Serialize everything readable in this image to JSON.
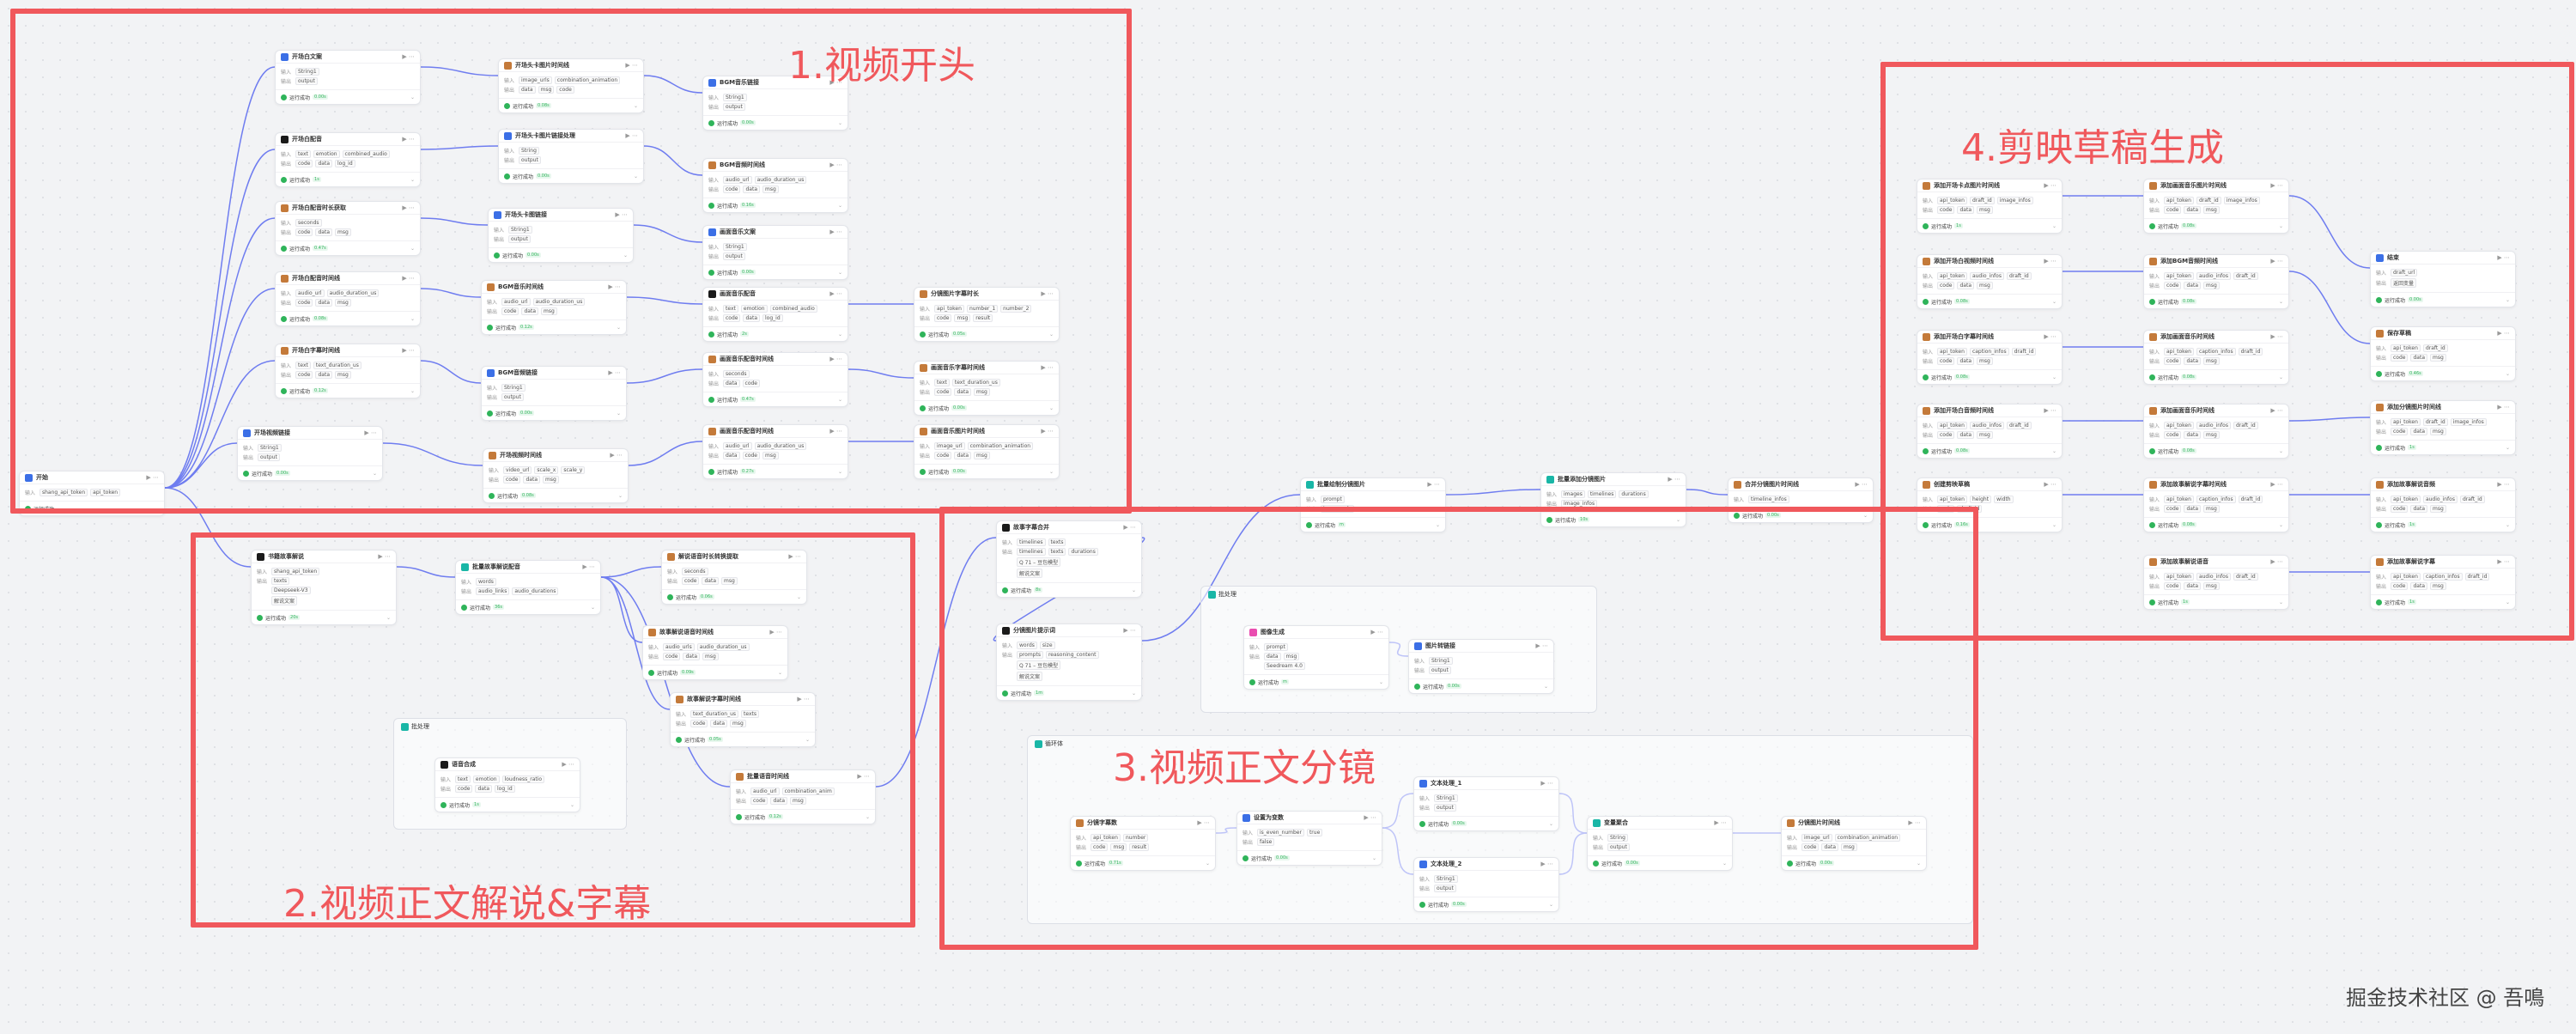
{
  "sections": [
    {
      "id": "s1",
      "label": "1.视频开头"
    },
    {
      "id": "s2",
      "label": "2.视频正文解说&字幕"
    },
    {
      "id": "s3",
      "label": "3.视频正文分镜"
    },
    {
      "id": "s4",
      "label": "4.剪映草稿生成"
    }
  ],
  "status": {
    "ok": "运行成功"
  },
  "watermark": "掘金技术社区 @ 吾鳴",
  "groups": {
    "g2": "批处理",
    "g3a": "批处理",
    "g3b": "循环体"
  },
  "nodes": {
    "start": {
      "title": "开始",
      "rows": [
        [
          "shang_api_token",
          "api_token"
        ]
      ],
      "time": ""
    },
    "n1_1": {
      "title": "开场白文案",
      "rows": [
        [
          "String1"
        ],
        [
          "output"
        ]
      ],
      "time": "0.00s"
    },
    "n1_2": {
      "title": "开场白配音",
      "rows": [
        [
          "text",
          "emotion",
          "combined_audio"
        ],
        [
          "code",
          "data",
          "log_id"
        ]
      ],
      "time": "1s"
    },
    "n1_3": {
      "title": "开场白配音时长获取",
      "rows": [
        [
          "seconds"
        ],
        [
          "code",
          "data",
          "msg"
        ]
      ],
      "time": "0.47s"
    },
    "n1_4": {
      "title": "开场白配音时间线",
      "rows": [
        [
          "audio_url",
          "audio_duration_us"
        ],
        [
          "code",
          "data",
          "msg"
        ]
      ],
      "time": "0.08s"
    },
    "n1_5": {
      "title": "开场白字幕时间线",
      "rows": [
        [
          "text",
          "text_duration_us"
        ],
        [
          "code",
          "data",
          "msg"
        ]
      ],
      "time": "0.12s"
    },
    "n1_6": {
      "title": "开场视频链接",
      "rows": [
        [
          "String1"
        ],
        [
          "output"
        ]
      ],
      "time": "0.00s"
    },
    "n1_7": {
      "title": "开场头卡图片时间线",
      "rows": [
        [
          "image_urls",
          "combination_animation"
        ],
        [
          "data",
          "msg",
          "code"
        ]
      ],
      "time": "0.08s"
    },
    "n1_8": {
      "title": "开场头卡图片链接处理",
      "rows": [
        [
          "String"
        ],
        [
          "output"
        ]
      ],
      "time": "0.00s"
    },
    "n1_9": {
      "title": "开场头卡图链接",
      "rows": [
        [
          "String1"
        ],
        [
          "output"
        ]
      ],
      "time": "0.00s"
    },
    "n1_10": {
      "title": "BGM音乐时间线",
      "rows": [
        [
          "audio_url",
          "audio_duration_us"
        ],
        [
          "code",
          "data",
          "msg"
        ]
      ],
      "time": "0.12s"
    },
    "n1_11": {
      "title": "BGM音频链接",
      "rows": [
        [
          "String1"
        ],
        [
          "output"
        ]
      ],
      "time": "0.00s"
    },
    "n1_12": {
      "title": "开场视频时间线",
      "rows": [
        [
          "video_url",
          "scale_x",
          "scale_y"
        ],
        [
          "code",
          "data",
          "msg"
        ]
      ],
      "time": "0.08s"
    },
    "n1_13": {
      "title": "BGM音乐链接",
      "rows": [
        [
          "String1"
        ],
        [
          "output"
        ]
      ],
      "time": "0.00s"
    },
    "n1_14": {
      "title": "BGM音频时间线",
      "rows": [
        [
          "audio_url",
          "audio_duration_us"
        ],
        [
          "code",
          "data",
          "msg"
        ]
      ],
      "time": "0.16s"
    },
    "n1_15": {
      "title": "画面音乐文案",
      "rows": [
        [
          "String1"
        ],
        [
          "output"
        ]
      ],
      "time": "0.00s"
    },
    "n1_16": {
      "title": "画面音乐配音",
      "rows": [
        [
          "text",
          "emotion",
          "combined_audio"
        ],
        [
          "code",
          "data",
          "log_id"
        ]
      ],
      "time": "2s"
    },
    "n1_17": {
      "title": "画面音乐配音时间线",
      "rows": [
        [
          "seconds"
        ],
        [
          "data",
          "code"
        ]
      ],
      "time": "0.47s"
    },
    "n1_18": {
      "title": "画面音乐配音时间线",
      "rows": [
        [
          "audio_url",
          "audio_duration_us"
        ],
        [
          "data",
          "code",
          "msg"
        ]
      ],
      "time": "0.27s"
    },
    "n1_19": {
      "title": "分镜图片字幕时长",
      "rows": [
        [
          "api_token",
          "number_1",
          "number_2"
        ],
        [
          "code",
          "msg",
          "result"
        ]
      ],
      "time": "0.05s"
    },
    "n1_20": {
      "title": "画面音乐字幕时间线",
      "rows": [
        [
          "text",
          "text_duration_us"
        ],
        [
          "code",
          "data",
          "msg"
        ]
      ],
      "time": "0.00s"
    },
    "n1_21": {
      "title": "画面音乐图片时间线",
      "rows": [
        [
          "image_url",
          "combination_animation"
        ],
        [
          "code",
          "data",
          "msg"
        ]
      ],
      "time": "0.00s"
    },
    "n2_1": {
      "title": "书籍故事解说",
      "rows": [
        [
          "shang_api_token"
        ],
        [
          "texts"
        ],
        [
          "Deepseek-V3"
        ],
        [
          "解说文案"
        ]
      ],
      "time": "20s"
    },
    "n2_2": {
      "title": "批量故事解说配音",
      "rows": [
        [
          "words"
        ],
        [
          "audio_links",
          "audio_durations"
        ]
      ],
      "time": "36s"
    },
    "n2_3": {
      "title": "解说语音时长转换提取",
      "rows": [
        [
          "seconds"
        ],
        [
          "code",
          "data",
          "msg"
        ]
      ],
      "time": "0.06s"
    },
    "n2_4": {
      "title": "故事解说语音时间线",
      "rows": [
        [
          "audio_urls",
          "audio_duration_us"
        ],
        [
          "code",
          "data",
          "msg"
        ]
      ],
      "time": "0.09s"
    },
    "n2_5": {
      "title": "故事解说字幕时间线",
      "rows": [
        [
          "text_duration_us",
          "texts"
        ],
        [
          "code",
          "data",
          "msg"
        ]
      ],
      "time": "0.05s"
    },
    "n2_6": {
      "title": "语音合成",
      "rows": [
        [
          "text",
          "emotion",
          "loudness_ratio"
        ],
        [
          "code",
          "data",
          "log_id"
        ]
      ],
      "time": "1s"
    },
    "n2_7": {
      "title": "批量语音时间线",
      "rows": [
        [
          "audio_url",
          "combination_anim"
        ],
        [
          "code",
          "data",
          "msg"
        ]
      ],
      "time": "0.12s"
    },
    "n3_1": {
      "title": "故事字幕合并",
      "rows": [
        [
          "timelines",
          "texts"
        ],
        [
          "timelines",
          "texts",
          "durations"
        ],
        [
          "Q 71 – 豆包模型"
        ],
        [
          "解说文案"
        ]
      ],
      "time": "8s"
    },
    "n3_2": {
      "title": "分镜图片提示词",
      "rows": [
        [
          "words",
          "size"
        ],
        [
          "prompts",
          "reasoning_content"
        ],
        [
          "Q 71 – 豆包模型"
        ],
        [
          "解说文案"
        ]
      ],
      "time": "1m"
    },
    "n3_3": {
      "title": "批量绘制分镜图片",
      "rows": [
        [
          "prompt"
        ],
        [
          "image_urls"
        ]
      ],
      "time": "m"
    },
    "n3_4": {
      "title": "图像生成",
      "rows": [
        [
          "prompt"
        ],
        [
          "data",
          "msg"
        ],
        [
          "Seedream 4.0"
        ]
      ],
      "time": "m"
    },
    "n3_5": {
      "title": "图片转链接",
      "rows": [
        [
          "String1"
        ],
        [
          "output"
        ]
      ],
      "time": "0.00s"
    },
    "n3_6": {
      "title": "批量添加分镜图片",
      "rows": [
        [
          "images",
          "timelines",
          "durations"
        ],
        [
          "image_infos"
        ]
      ],
      "time": "10s"
    },
    "n3_7": {
      "title": "合并分镜图片时间线",
      "rows": [
        [
          "timeline_infos"
        ]
      ],
      "time": "0.00s"
    },
    "n3_8": {
      "title": "分镜字幕数",
      "rows": [
        [
          "api_token",
          "number"
        ],
        [
          "code",
          "msg",
          "result"
        ]
      ],
      "time": "0.71s"
    },
    "n3_9": {
      "title": "设置为变数",
      "rows": [
        [
          "is_even_number",
          "true"
        ],
        [
          "false"
        ]
      ],
      "time": "0.00s"
    },
    "n3_10": {
      "title": "文本处理_1",
      "rows": [
        [
          "String1"
        ],
        [
          "output"
        ]
      ],
      "time": "0.00s"
    },
    "n3_11": {
      "title": "文本处理_2",
      "rows": [
        [
          "String1"
        ],
        [
          "output"
        ]
      ],
      "time": "0.00s"
    },
    "n3_12": {
      "title": "变量聚合",
      "rows": [
        [
          "String"
        ],
        [
          "output"
        ]
      ],
      "time": "0.00s"
    },
    "n3_13": {
      "title": "分镜图片时间线",
      "rows": [
        [
          "image_url",
          "combination_animation"
        ],
        [
          "code",
          "data",
          "msg"
        ]
      ],
      "time": "0.00s"
    },
    "n4_1": {
      "title": "添加开场卡点图片时间线",
      "rows": [
        [
          "api_token",
          "draft_id",
          "image_infos"
        ],
        [
          "code",
          "data",
          "msg"
        ]
      ],
      "time": "1s"
    },
    "n4_2": {
      "title": "添加开场白视频时间线",
      "rows": [
        [
          "api_token",
          "audio_infos",
          "draft_id"
        ],
        [
          "code",
          "data",
          "msg"
        ]
      ],
      "time": "0.08s"
    },
    "n4_3": {
      "title": "添加开场白字幕时间线",
      "rows": [
        [
          "api_token",
          "caption_infos",
          "draft_id"
        ],
        [
          "code",
          "data",
          "msg"
        ]
      ],
      "time": "0.08s"
    },
    "n4_4": {
      "title": "添加开场白音频时间线",
      "rows": [
        [
          "api_token",
          "audio_infos",
          "draft_id"
        ],
        [
          "code",
          "data",
          "msg"
        ]
      ],
      "time": "0.08s"
    },
    "n4_5": {
      "title": "创建剪映草稿",
      "rows": [
        [
          "api_token",
          "height",
          "width"
        ],
        [
          "code",
          "draft_id"
        ]
      ],
      "time": "0.16s"
    },
    "n4_6": {
      "title": "添加画面音乐图片时间线",
      "rows": [
        [
          "api_token",
          "draft_id",
          "image_infos"
        ],
        [
          "code",
          "data",
          "msg"
        ]
      ],
      "time": "0.08s"
    },
    "n4_7": {
      "title": "添加BGM音频时间线",
      "rows": [
        [
          "api_token",
          "audio_infos",
          "draft_id"
        ],
        [
          "code",
          "data",
          "msg"
        ]
      ],
      "time": "0.08s"
    },
    "n4_8": {
      "title": "添加画面音乐时间线",
      "rows": [
        [
          "api_token",
          "caption_infos",
          "draft_id"
        ],
        [
          "code",
          "data",
          "msg"
        ]
      ],
      "time": "0.08s"
    },
    "n4_9": {
      "title": "添加画面音乐时间线",
      "rows": [
        [
          "api_token",
          "audio_infos",
          "draft_id"
        ],
        [
          "code",
          "data",
          "msg"
        ]
      ],
      "time": "0.08s"
    },
    "n4_10": {
      "title": "添加故事解说字幕时间线",
      "rows": [
        [
          "api_token",
          "caption_infos",
          "draft_id"
        ],
        [
          "code",
          "data",
          "msg"
        ]
      ],
      "time": "0.08s"
    },
    "n4_11": {
      "title": "添加故事解说语音",
      "rows": [
        [
          "api_token",
          "audio_infos",
          "draft_id"
        ],
        [
          "code",
          "data",
          "msg"
        ]
      ],
      "time": "1s"
    },
    "n4_12": {
      "title": "添加分镜图片时间线",
      "rows": [
        [
          "api_token",
          "draft_id",
          "image_infos"
        ],
        [
          "code",
          "data",
          "msg"
        ]
      ],
      "time": "1s"
    },
    "n4_13": {
      "title": "保存草稿",
      "rows": [
        [
          "api_token",
          "draft_id"
        ],
        [
          "code",
          "data",
          "msg"
        ]
      ],
      "time": "0.46s"
    },
    "n4_14": {
      "title": "添加故事解说音频",
      "rows": [
        [
          "api_token",
          "audio_infos",
          "draft_id"
        ],
        [
          "code",
          "data",
          "msg"
        ]
      ],
      "time": "1s"
    },
    "n4_15": {
      "title": "添加故事解说字幕",
      "rows": [
        [
          "api_token",
          "caption_infos",
          "draft_id"
        ],
        [
          "code",
          "data",
          "msg"
        ]
      ],
      "time": "1s"
    },
    "end": {
      "title": "结束",
      "rows": [
        [
          "draft_url"
        ],
        [
          "返回变量"
        ]
      ],
      "time": "0.00s"
    }
  }
}
